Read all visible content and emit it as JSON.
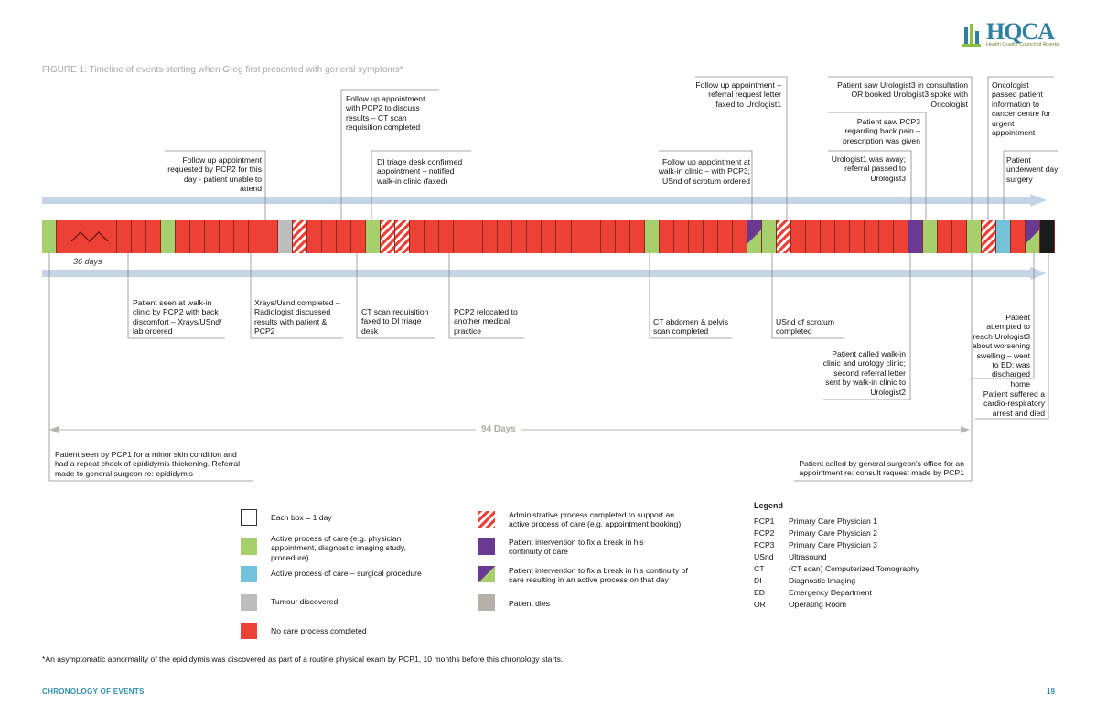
{
  "figure_title": "FIGURE 1: Timeline of events starting when Greg first presented with general symptoms*",
  "logo": {
    "name": "HQCA",
    "sub": "Health Quality Council of Alberta"
  },
  "colors": {
    "green": "#a6cf6e",
    "red": "#ee4136",
    "grey": "#bdbdbd",
    "blue": "#74c2d9",
    "purple": "#6a3a93",
    "black": "#1c1c1c",
    "arrow": "#c3d4e6"
  },
  "strip": {
    "compressed_label": "36 days",
    "days": [
      "G",
      "R",
      "R",
      "R",
      "R",
      "G",
      "R",
      "R",
      "R",
      "R",
      "R",
      "R",
      "R",
      "Y",
      "A",
      "R",
      "R",
      "R",
      "R",
      "G",
      "A",
      "A",
      "R",
      "R",
      "R",
      "R",
      "R",
      "R",
      "R",
      "R",
      "R",
      "R",
      "R",
      "R",
      "R",
      "R",
      "R",
      "R",
      "G",
      "R",
      "R",
      "R",
      "R",
      "R",
      "R",
      "V",
      "G",
      "A",
      "R",
      "R",
      "R",
      "R",
      "R",
      "R",
      "R",
      "R",
      "P",
      "G",
      "R",
      "R",
      "G",
      "A",
      "B",
      "R",
      "V",
      "K"
    ]
  },
  "annotations_top": {
    "a1": "Follow up appointment requested by PCP2 for this day - patient unable to attend",
    "a2": "Follow up appointment with PCP2 to discuss results – CT scan requisition completed",
    "a3": "DI triage desk confirmed appointment – notified walk-in clinic (faxed)",
    "a4": "Follow up appointment at walk-in clinic – with PCP3; USnd of scrotum ordered",
    "a5": "Follow up appointment – referral request letter faxed to Urologist1",
    "a6": "Patient saw Urologist3 in consultation OR booked Urologist3 spoke with Oncologist",
    "a7": "Patient saw PCP3 regarding back pain – prescription was given",
    "a8": "Urologist1 was away; referral passed to Urologist3",
    "a9": "Oncologist passed patient information to cancer centre for urgent appointment",
    "a10": "Patient underwent day surgery"
  },
  "annotations_bottom": {
    "b1": "Patient seen at walk-in clinic by PCP2 with back discomfort – Xrays/USnd/ lab ordered",
    "b2": "Xrays/Usnd completed – Radiologist discussed results with patient & PCP2",
    "b3": "CT scan requisition faxed to DI triage desk",
    "b4": "PCP2 relocated to another medical practice",
    "b5": "CT abdomen & pelvis scan completed",
    "b6": "USnd of scrotum completed",
    "b7": "Patient called walk-in clinic and urology clinic; second referral letter sent by walk-in clinic to Urologist2",
    "b8": "Patient attempted to reach Urologist3 about worsening swelling – went to ED; was discharged home",
    "b9": "Patient suffered a cardio-respiratory arrest and died",
    "b10": "Patient seen by PCP1 for a minor skin condition and had a repeat check of epididymis thickening. Referral made to general surgeon re: epididymis",
    "b11": "Patient called by general surgeon's office for an appointment re: consult request made by PCP1"
  },
  "span_label": "94 Days",
  "legend": {
    "each_box": "Each box = 1 day",
    "active": "Active process of care (e.g. physician appointment, diagnostic imaging study, procedure)",
    "surgical": "Active process of care – surgical procedure",
    "tumour": "Tumour discovered",
    "no_care": "No care process completed",
    "admin": "Administrative process completed to support an active process of care (e.g. appointment booking)",
    "intervention": "Patient intervention to fix a break in his continuity of care",
    "intervention_active": "Patient intervention to fix a break in his continuity of care resulting in an active process on that day",
    "dies": "Patient dies"
  },
  "abbreviations": {
    "title": "Legend",
    "items": [
      {
        "k": "PCP1",
        "v": "Primary Care Physician 1"
      },
      {
        "k": "PCP2",
        "v": "Primary Care Physician 2"
      },
      {
        "k": "PCP3",
        "v": "Primary Care Physician 3"
      },
      {
        "k": "USnd",
        "v": "Ultrasound"
      },
      {
        "k": "CT",
        "v": "(CT scan) Computerized Tomography"
      },
      {
        "k": "DI",
        "v": "Diagnostic Imaging"
      },
      {
        "k": "ED",
        "v": "Emergency Department"
      },
      {
        "k": "OR",
        "v": "Operating Room"
      }
    ]
  },
  "footnote": "*An asymptomatic abnormality of the epididymis was discovered as part of a routine physical exam by PCP1, 10 months before this chronology starts.",
  "footer": {
    "section": "CHRONOLOGY OF EVENTS",
    "page": "19"
  }
}
